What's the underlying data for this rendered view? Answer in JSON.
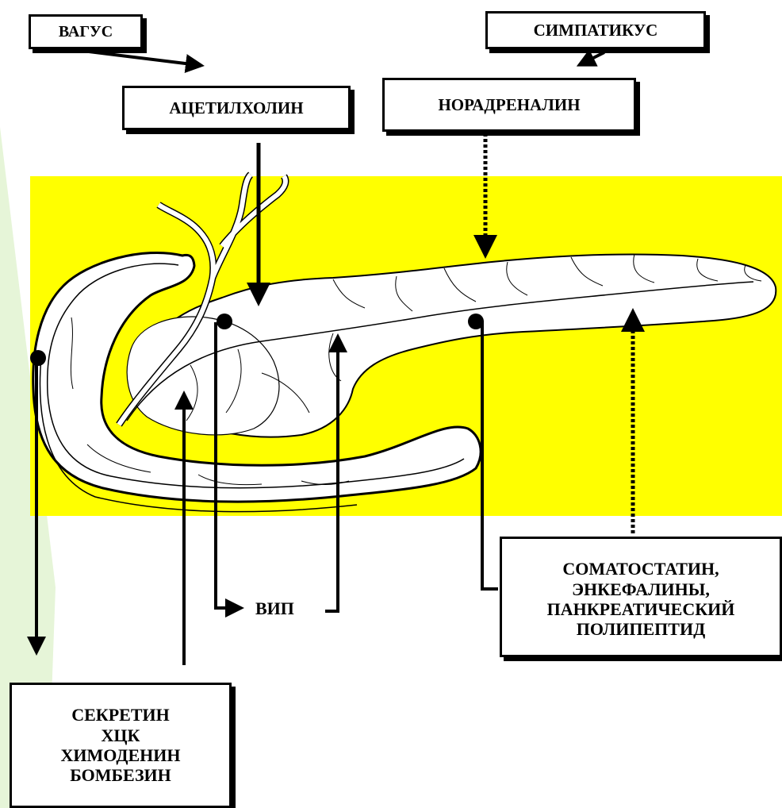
{
  "labels": {
    "vagus": "ВАГУС",
    "sympathicus": "СИМПАТИКУС",
    "acetylcholine": "АЦЕТИЛХОЛИН",
    "noradrenaline": "НОРАДРЕНАЛИН",
    "vip": "ВИП",
    "somatostatin_group": [
      "СОМАТОСТАТИН,",
      "ЭНКЕФАЛИНЫ,",
      "ПАНКРЕАТИЧЕСКИЙ",
      "ПОЛИПЕПТИД"
    ],
    "secretin_group": [
      "СЕКРЕТИН",
      "ХЦК",
      "ХИМОДЕНИН",
      "БОМБЕЗИН"
    ]
  },
  "colors": {
    "panel_background": "#ffff00",
    "organ_fill": "#ffffff",
    "outline": "#000000",
    "side_accent": "#e6f5d8"
  }
}
